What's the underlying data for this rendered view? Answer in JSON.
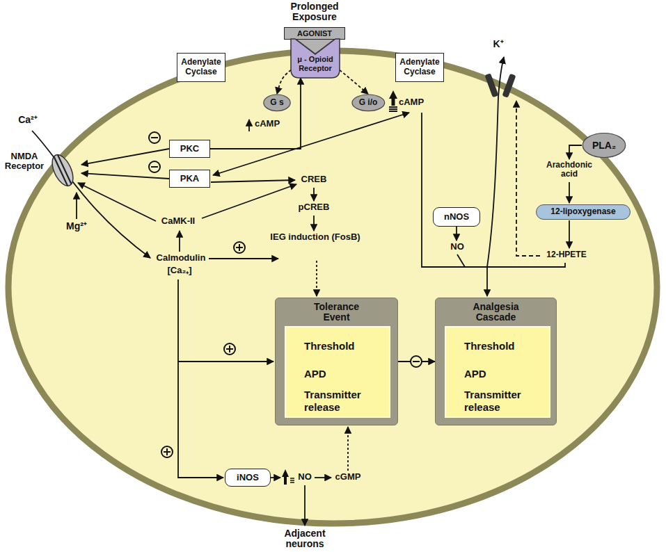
{
  "diagram": {
    "nodes": [
      {
        "text": [
          "AGONIST"
        ]
      },
      {
        "text": [
          "μ - Opioid Receptor"
        ]
      },
      {
        "text": [
          "Adenylate Cyclase"
        ]
      },
      {
        "text": [
          "G s"
        ]
      },
      {
        "text": [
          "G i/o"
        ]
      },
      {
        "text": [
          "Adenylate Cyclase"
        ]
      },
      {
        "text": [
          "PKC"
        ]
      },
      {
        "text": [
          "PKA"
        ]
      },
      {
        "text": [
          "NMDA Receptor"
        ]
      },
      {
        "text": [
          "nNOS"
        ]
      },
      {
        "text": [
          "PLA₂"
        ]
      },
      {
        "text": [
          "12-lipoxygenase"
        ]
      },
      {
        "text": [
          "Tolerance Event"
        ]
      },
      {
        "text": [
          "Threshold",
          "APD",
          "Transmitter release"
        ],
        "in": 12
      },
      {
        "text": [
          "Analgesia Cascade"
        ]
      },
      {
        "text": [
          "Threshold",
          "APD",
          "Transmitter release"
        ],
        "in": 14
      },
      {
        "text": [
          "iNOS"
        ]
      }
    ],
    "edges": [
      {
        "from": 1,
        "to": 3,
        "arrow": "to"
      },
      {
        "from": 1,
        "to": 4,
        "arrow": "to"
      },
      {
        "from": 6,
        "to": 1,
        "arrow": "to"
      },
      {
        "from": 6,
        "to": 8,
        "arrow": "to"
      },
      {
        "from": 7,
        "to": 8,
        "arrow": "to"
      },
      {
        "from": 12,
        "to": 14,
        "arrow": "to"
      }
    ],
    "labels": [
      "Prolonged Exposure",
      "K⁺",
      "Ca²⁺",
      "cAMP",
      "cAMP",
      "CREB",
      "pCREB",
      "CaMK-II",
      "Mg²⁺",
      "Calmodulin",
      "[Ca₂₊]",
      "IEG induction (FosB)",
      "NO",
      "Arachdonic acid",
      "12-HPETE",
      "NO",
      "cGMP",
      "Adjacent neurons"
    ]
  }
}
